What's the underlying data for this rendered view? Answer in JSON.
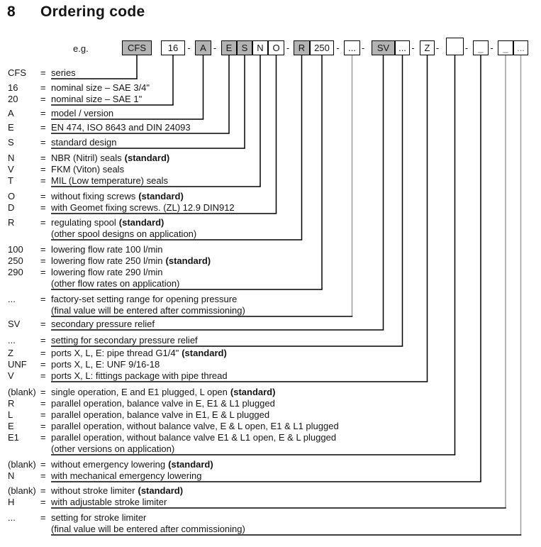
{
  "page": {
    "section_number": "8",
    "title": "Ordering code",
    "example_label": "e.g.",
    "eq_sign": "=",
    "dash": "-"
  },
  "colors": {
    "box_shaded": "#b3b3b3",
    "line_black": "#000000",
    "connector_gray": "#9c9c9c"
  },
  "boxes": [
    {
      "label": "CFS",
      "shaded": true
    },
    {
      "label": "16",
      "shaded": false
    },
    {
      "label": "A",
      "shaded": true
    },
    {
      "label": "E",
      "shaded": true
    },
    {
      "label": "S",
      "shaded": true
    },
    {
      "label": "N",
      "shaded": false
    },
    {
      "label": "O",
      "shaded": false
    },
    {
      "label": "R",
      "shaded": true
    },
    {
      "label": "250",
      "shaded": false
    },
    {
      "label": "...",
      "shaded": false
    },
    {
      "label": "SV",
      "shaded": true
    },
    {
      "label": "...",
      "shaded": false
    },
    {
      "label": "Z",
      "shaded": false
    },
    {
      "label": "",
      "shaded": false
    },
    {
      "label": "_",
      "shaded": false,
      "muted": true
    },
    {
      "label": "_",
      "shaded": false,
      "muted": true
    },
    {
      "label": "...",
      "shaded": false,
      "muted": true
    }
  ],
  "legend": [
    {
      "rows": [
        {
          "code": "CFS",
          "desc": "series"
        }
      ]
    },
    {
      "rows": [
        {
          "code": "16",
          "desc": "nominal size – SAE 3/4\""
        },
        {
          "code": "20",
          "desc": "nominal size – SAE 1\""
        }
      ]
    },
    {
      "rows": [
        {
          "code": "A",
          "desc": "model / version"
        }
      ]
    },
    {
      "rows": [
        {
          "code": "E",
          "desc": "EN 474, ISO 8643 and DIN 24093"
        }
      ]
    },
    {
      "rows": [
        {
          "code": "S",
          "desc": "standard design"
        }
      ]
    },
    {
      "rows": [
        {
          "code": "N",
          "desc": "NBR (Nitril) seals",
          "bold": "(standard)"
        },
        {
          "code": "V",
          "desc": "FKM (Viton) seals"
        },
        {
          "code": "T",
          "desc": "MIL (Low temperature) seals"
        }
      ]
    },
    {
      "rows": [
        {
          "code": "O",
          "desc": "without fixing screws",
          "bold": "(standard)"
        },
        {
          "code": "D",
          "desc": "with Geomet fixing screws. (ZL) 12.9 DIN912"
        }
      ]
    },
    {
      "rows": [
        {
          "code": "R",
          "desc": "regulating spool",
          "bold": "(standard)"
        },
        {
          "note": "(other spool designs on application)"
        }
      ]
    },
    {
      "rows": [
        {
          "code": "100",
          "desc": "lowering flow rate 100 l/min"
        },
        {
          "code": "250",
          "desc": "lowering flow rate 250 l/min",
          "bold": "(standard)"
        },
        {
          "code": "290",
          "desc": "lowering flow rate 290 l/min"
        },
        {
          "note": "(other flow rates on application)"
        }
      ]
    },
    {
      "rows": [
        {
          "code": "...",
          "desc": "factory-set setting range for opening pressure"
        },
        {
          "note": "(final value will be entered after commissioning)"
        }
      ]
    },
    {
      "rows": [
        {
          "code": "SV",
          "desc": "secondary pressure relief"
        }
      ]
    },
    {
      "rows": [
        {
          "code": "...",
          "desc": "setting for secondary pressure relief"
        }
      ]
    },
    {
      "rows": [
        {
          "code": "Z",
          "desc": "ports X, L, E: pipe thread G1/4\"",
          "bold": "(standard)"
        },
        {
          "code": "UNF",
          "desc": "ports X, L, E: UNF 9/16-18"
        },
        {
          "code": "V",
          "desc": "ports X, L: fittings package with pipe thread"
        }
      ]
    },
    {
      "rows": [
        {
          "code": "(blank)",
          "desc": "single operation, E and E1 plugged, L open",
          "bold": "(standard)"
        },
        {
          "code": "R",
          "desc": "parallel operation, balance valve in E, E1 & L1 plugged"
        },
        {
          "code": "L",
          "desc": "parallel operation, balance valve in E1, E & L plugged"
        },
        {
          "code": "E",
          "desc": "parallel operation, without balance valve, E & L open, E1 & L1 plugged"
        },
        {
          "code": "E1",
          "desc": "parallel operation, without balance valve E1 & L1 open, E & L plugged"
        },
        {
          "note": "(other versions on application)"
        }
      ]
    },
    {
      "rows": [
        {
          "code": "(blank)",
          "desc": "without emergency lowering",
          "bold": "(standard)"
        },
        {
          "code": "N",
          "desc": "with mechanical emergency lowering"
        }
      ]
    },
    {
      "rows": [
        {
          "code": "(blank)",
          "desc": "without stroke limiter",
          "bold": "(standard)"
        },
        {
          "code": "H",
          "desc": "with adjustable stroke limiter"
        }
      ]
    },
    {
      "rows": [
        {
          "code": "...",
          "desc": "setting for stroke limiter"
        },
        {
          "note": "(final value will be entered after commissioning)"
        }
      ]
    }
  ]
}
